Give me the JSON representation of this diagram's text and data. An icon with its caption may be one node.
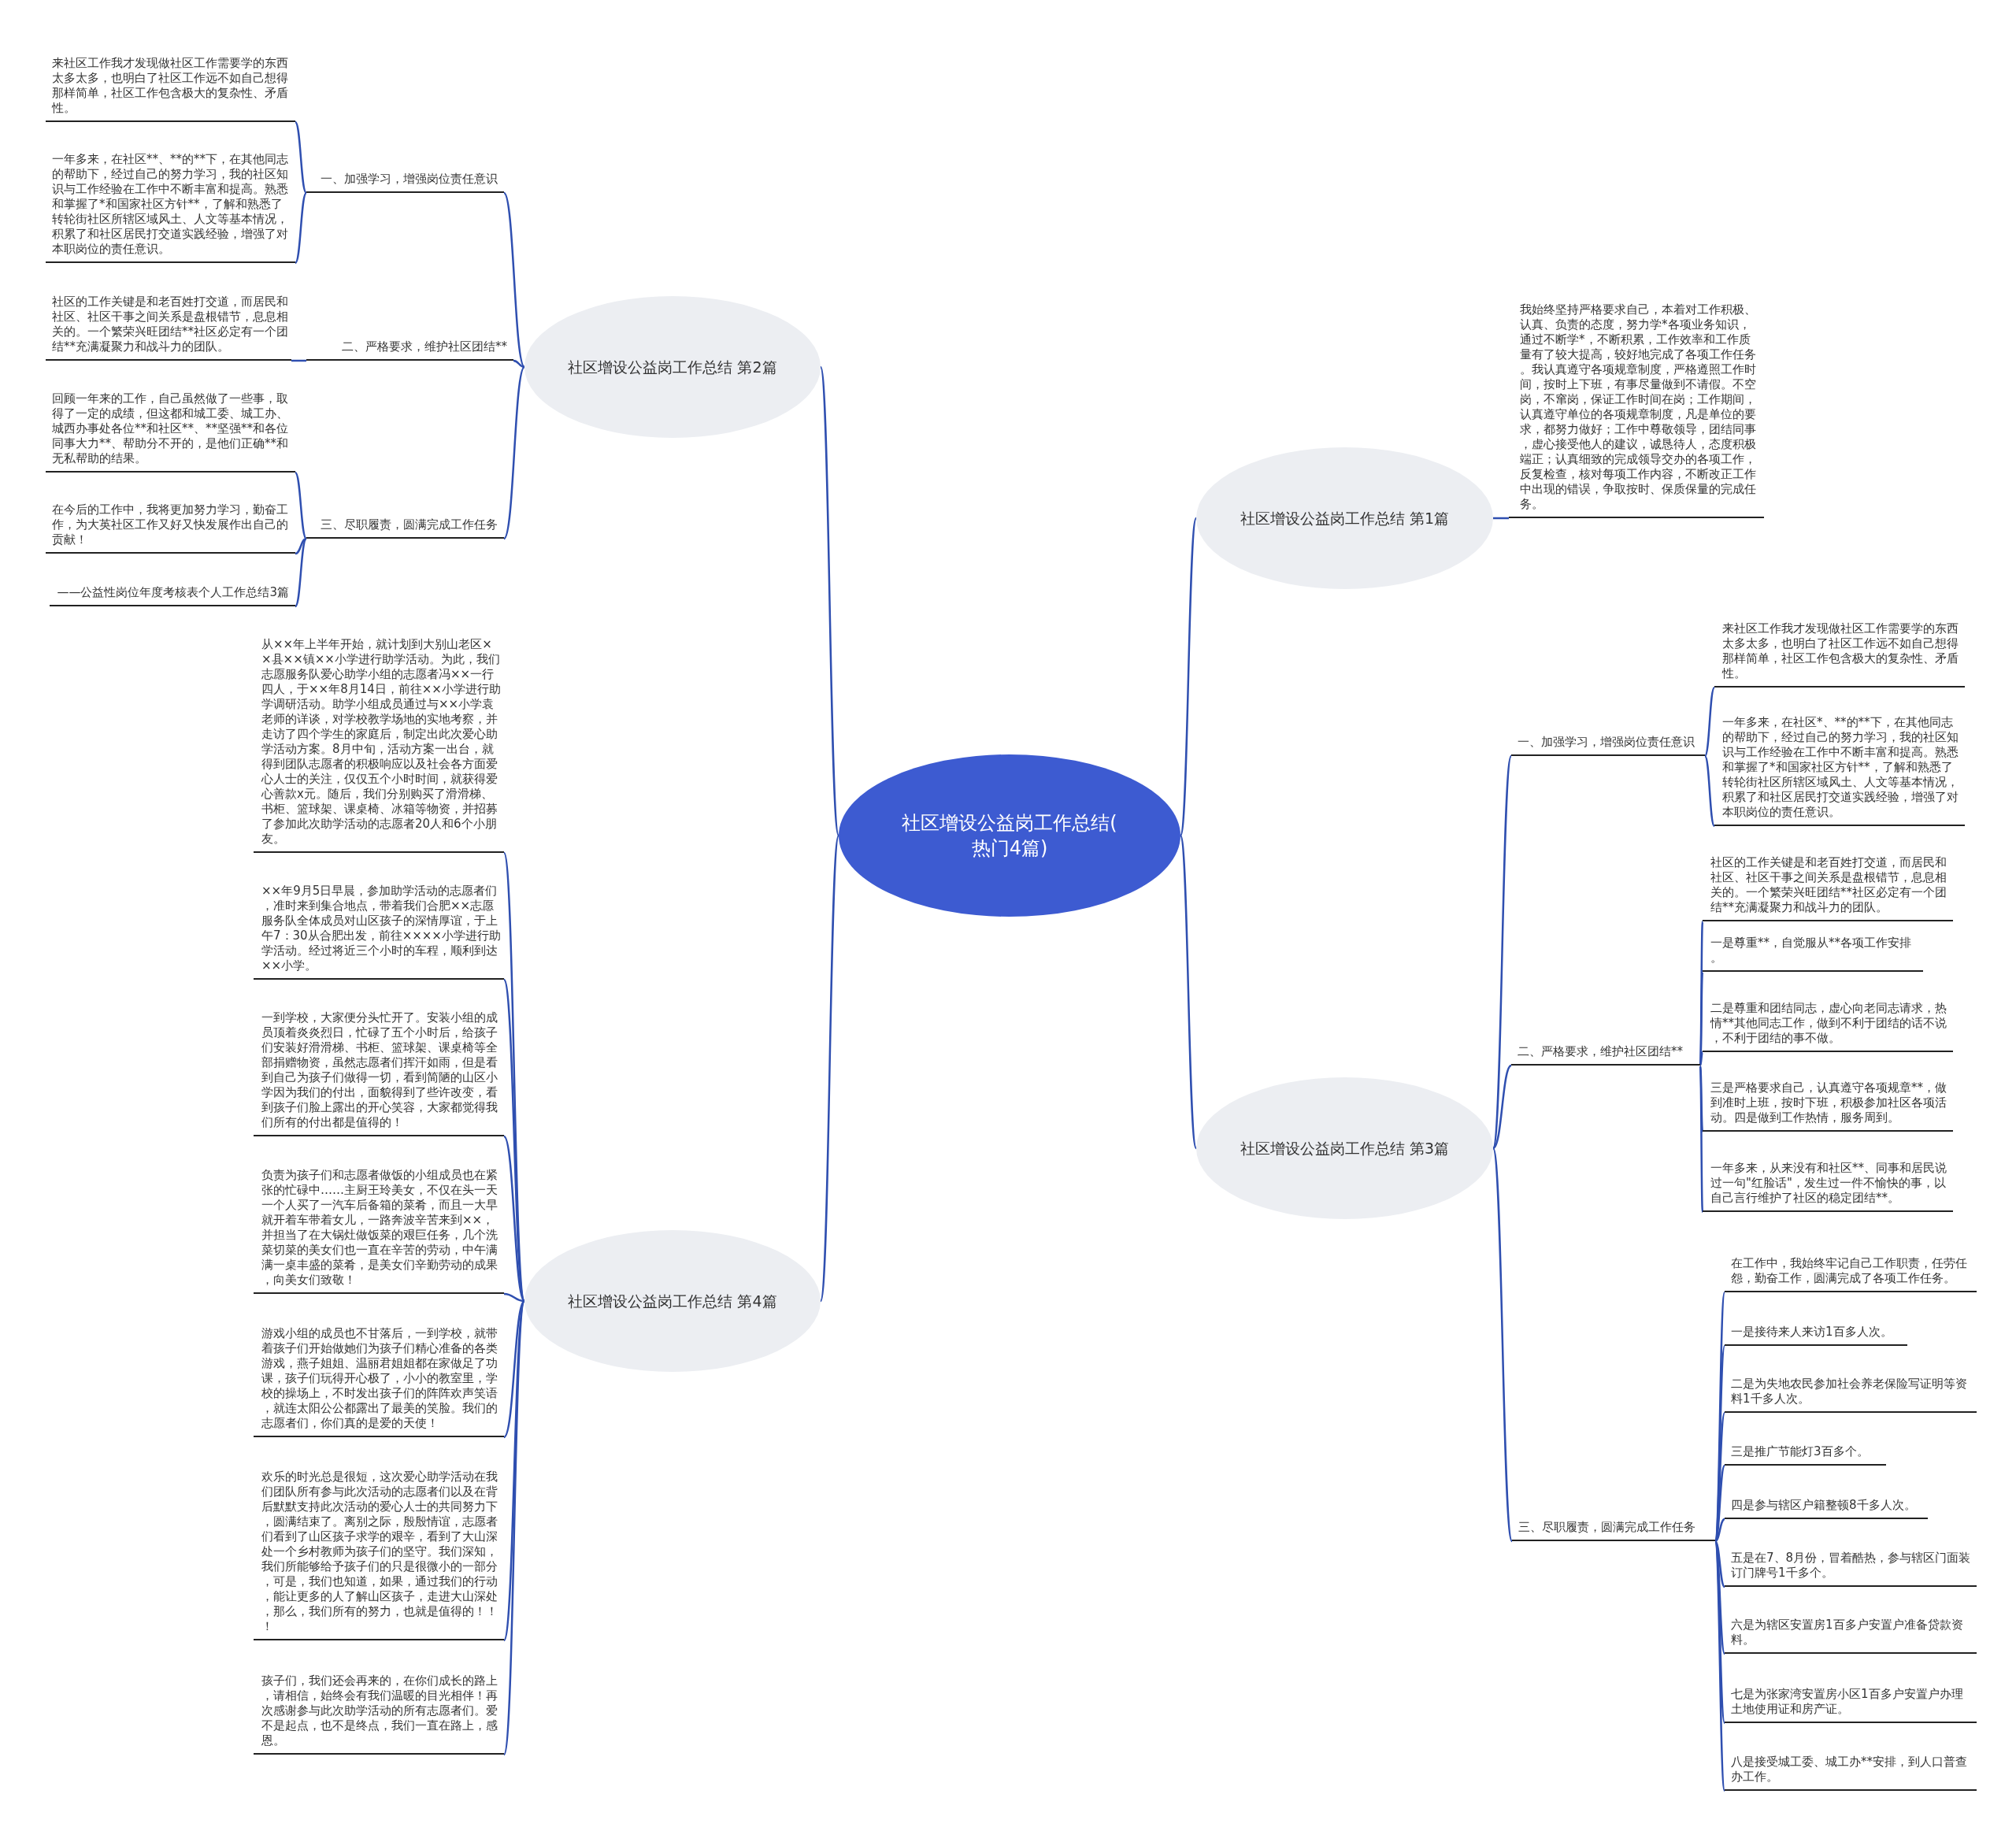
{
  "diagram": {
    "nodes": [
      {
        "text": [
          "社区增设公益岗工作总结(热门4篇)"
        ]
      },
      {
        "text": [
          "社区增设公益岗工作总结 第1篇"
        ]
      },
      {
        "text": [
          "我始终坚持严格要求自己，本着对工作积极、认真、负责的态度，努力学*各项业务知识，通过不断学*，不断积累，工作效率和工作质量有了较大提高，较好地完成了各项工作任务。我认真遵守各项规章制度，严格遵照工作时间，按时上下班，有事尽量做到不请假。不空岗，不窜岗，保证工作时间在岗；工作期间，认真遵守单位的各项规章制度，凡是单位的要求，都努力做好；工作中尊敬领导，团结同事，虚心接受他人的建议，诚恳待人，态度积极端正；认真细致的完成领导交办的各项工作，反复检查，核对每项工作内容，不断改正工作中出现的错误，争取按时、保质保量的完成任务。"
        ]
      },
      {
        "text": [
          "社区增设公益岗工作总结 第2篇"
        ]
      },
      {
        "text": [
          "一、加强学习，增强岗位责任意识"
        ]
      },
      {
        "text": [
          "来社区工作我才发现做社区工作需要学的东西太多太多，也明白了社区工作远不如自己想得那样简单，社区工作包含极大的复杂性、矛盾性。"
        ]
      },
      {
        "text": [
          "一年多来，在社区**、**的**下，在其他同志的帮助下，经过自己的努力学习，我的社区知识与工作经验在工作中不断丰富和提高。熟悉和掌握了*和国家社区方针**，了解和熟悉了转轮街社区所辖区域风土、人文等基本情况，积累了和社区居民打交道实践经验，增强了对本职岗位的责任意识。"
        ]
      },
      {
        "text": [
          "二、严格要求，维护社区团结**"
        ]
      },
      {
        "text": [
          "社区的工作关键是和老百姓打交道，而居民和社区、社区干事之间关系是盘根错节，息息相关的。一个繁荣兴旺团结**社区必定有一个团结**充满凝聚力和战斗力的团队。"
        ]
      },
      {
        "text": [
          "三、尽职履责，圆满完成工作任务"
        ]
      },
      {
        "text": [
          "回顾一年来的工作，自己虽然做了一些事，取得了一定的成绩，但这都和城工委、城工办、城西办事处各位**和社区**、**坚强**和各位同事大力**、帮助分不开的，是他们正确**和无私帮助的结果。"
        ]
      },
      {
        "text": [
          "在今后的工作中，我将更加努力学习，勤奋工作，为大英社区工作又好又快发展作出自己的贡献！"
        ]
      },
      {
        "text": [
          "——公益性岗位年度考核表个人工作总结3篇"
        ]
      },
      {
        "text": [
          "社区增设公益岗工作总结 第3篇"
        ]
      },
      {
        "text": [
          "一、加强学习，增强岗位责任意识"
        ]
      },
      {
        "text": [
          "来社区工作我才发现做社区工作需要学的东西太多太多，也明白了社区工作远不如自己想得那样简单，社区工作包含极大的复杂性、矛盾性。"
        ]
      },
      {
        "text": [
          "一年多来，在社区*、**的**下，在其他同志的帮助下，经过自己的努力学习，我的社区知识与工作经验在工作中不断丰富和提高。熟悉和掌握了*和国家社区方针**，了解和熟悉了转轮街社区所辖区域风土、人文等基本情况，积累了和社区居民打交道实践经验，增强了对本职岗位的责任意识。"
        ]
      },
      {
        "text": [
          "二、严格要求，维护社区团结**"
        ]
      },
      {
        "text": [
          "社区的工作关键是和老百姓打交道，而居民和社区、社区干事之间关系是盘根错节，息息相关的。一个繁荣兴旺团结**社区必定有一个团结**充满凝聚力和战斗力的团队。"
        ]
      },
      {
        "text": [
          "一是尊重**，自觉服从**各项工作安排。"
        ]
      },
      {
        "text": [
          "二是尊重和团结同志，虚心向老同志请求，热情**其他同志工作，做到不利于团结的话不说，不利于团结的事不做。"
        ]
      },
      {
        "text": [
          "三是严格要求自己，认真遵守各项规章**，做到准时上班，按时下班，积极参加社区各项活动。四是做到工作热情，服务周到。"
        ]
      },
      {
        "text": [
          "一年多来，从来没有和社区**、同事和居民说过一句\"红脸话\"，发生过一件不愉快的事，以自己言行维护了社区的稳定团结**。"
        ]
      },
      {
        "text": [
          "三、尽职履责，圆满完成工作任务"
        ]
      },
      {
        "text": [
          "在工作中，我始终牢记自己工作职责，任劳任怨，勤奋工作，圆满完成了各项工作任务。"
        ]
      },
      {
        "text": [
          "一是接待来人来访1百多人次。"
        ]
      },
      {
        "text": [
          "二是为失地农民参加社会养老保险写证明等资料1千多人次。"
        ]
      },
      {
        "text": [
          "三是推广节能灯3百多个。"
        ]
      },
      {
        "text": [
          "四是参与辖区户籍整顿8千多人次。"
        ]
      },
      {
        "text": [
          "五是在7、8月份，冒着酷热，参与辖区门面装订门牌号1千多个。"
        ]
      },
      {
        "text": [
          "六是为辖区安置房1百多户安置户准备贷款资料。"
        ]
      },
      {
        "text": [
          "七是为张家湾安置房小区1百多户安置户办理土地使用证和房产证。"
        ]
      },
      {
        "text": [
          "八是接受城工委、城工办**安排，到人口普查办工作。"
        ]
      },
      {
        "text": [
          "社区增设公益岗工作总结 第4篇"
        ]
      },
      {
        "text": [
          "从××年上半年开始，就计划到大别山老区××县××镇××小学进行助学活动。为此，我们志愿服务队爱心助学小组的志愿者冯××一行四人，于××年8月14日，前往××小学进行助学调研活动。助学小组成员通过与××小学袁老师的详谈，对学校教学场地的实地考察，并走访了四个学生的家庭后，制定出此次爱心助学活动方案。8月中旬，活动方案一出台，就得到团队志愿者的积极响应以及社会各方面爱心人士的关注，仅仅五个小时时间，就获得爱心善款x元。随后，我们分别购买了滑滑梯、书柜、篮球架、课桌椅、冰箱等物资，并招募了参加此次助学活动的志愿者20人和6个小朋友。"
        ]
      },
      {
        "text": [
          "××年9月5日早晨，参加助学活动的志愿者们，准时来到集合地点，带着我们合肥××志愿服务队全体成员对山区孩子的深情厚谊，于上午7：30从合肥出发，前往××××小学进行助学活动。经过将近三个小时的车程，顺利到达××小学。"
        ]
      },
      {
        "text": [
          "一到学校，大家便分头忙开了。安装小组的成员顶着炎炎烈日，忙碌了五个小时后，给孩子们安装好滑滑梯、书柜、篮球架、课桌椅等全部捐赠物资，虽然志愿者们挥汗如雨，但是看到自己为孩子们做得一切，看到简陋的山区小学因为我们的付出，面貌得到了些许改变，看到孩子们脸上露出的开心笑容，大家都觉得我们所有的付出都是值得的！"
        ]
      },
      {
        "text": [
          "负责为孩子们和志愿者做饭的小组成员也在紧张的忙碌中……主厨王玲美女，不仅在头一天一个人买了一汽车后备箱的菜肴，而且一大早就开着车带着女儿，一路奔波辛苦来到××，并担当了在大锅灶做饭菜的艰巨任务，几个洗菜切菜的美女们也一直在辛苦的劳动，中午满满一桌丰盛的菜肴，是美女们辛勤劳动的成果，向美女们致敬！"
        ]
      },
      {
        "text": [
          "游戏小组的成员也不甘落后，一到学校，就带着孩子们开始做她们为孩子们精心准备的各类游戏，燕子姐姐、温丽君姐姐都在家做足了功课，孩子们玩得开心极了，小小的教室里，学校的操场上，不时发出孩子们的阵阵欢声笑语，就连太阳公公都露出了最美的笑脸。我们的志愿者们，你们真的是爱的天使！"
        ]
      },
      {
        "text": [
          "欢乐的时光总是很短，这次爱心助学活动在我们团队所有参与此次活动的志愿者们以及在背后默默支持此次活动的爱心人士的共同努力下，圆满结束了。离别之际，殷殷情谊，志愿者们看到了山区孩子求学的艰辛，看到了大山深处一个乡村教师为孩子们的坚守。我们深知，我们所能够给予孩子们的只是很微小的一部分，可是，我们也知道，如果，通过我们的行动，能让更多的人了解山区孩子，走进大山深处，那么，我们所有的努力，也就是值得的！！！"
        ]
      },
      {
        "text": [
          "孩子们，我们还会再来的，在你们成长的路上，请相信，始终会有我们温暖的目光相伴！再次感谢参与此次助学活动的所有志愿者们。爱不是起点，也不是终点，我们一直在路上，感恩。"
        ]
      }
    ],
    "edges": [
      {
        "from": 0,
        "to": 1,
        "arrow": "none"
      },
      {
        "from": 1,
        "to": 2,
        "arrow": "none"
      },
      {
        "from": 0,
        "to": 3,
        "arrow": "none"
      },
      {
        "from": 3,
        "to": 4,
        "arrow": "none"
      },
      {
        "from": 4,
        "to": 5,
        "arrow": "none"
      },
      {
        "from": 4,
        "to": 6,
        "arrow": "none"
      },
      {
        "from": 3,
        "to": 7,
        "arrow": "none"
      },
      {
        "from": 7,
        "to": 8,
        "arrow": "none"
      },
      {
        "from": 3,
        "to": 9,
        "arrow": "none"
      },
      {
        "from": 9,
        "to": 10,
        "arrow": "none"
      },
      {
        "from": 9,
        "to": 11,
        "arrow": "none"
      },
      {
        "from": 9,
        "to": 12,
        "arrow": "none"
      },
      {
        "from": 0,
        "to": 13,
        "arrow": "none"
      },
      {
        "from": 13,
        "to": 14,
        "arrow": "none"
      },
      {
        "from": 14,
        "to": 15,
        "arrow": "none"
      },
      {
        "from": 14,
        "to": 16,
        "arrow": "none"
      },
      {
        "from": 13,
        "to": 17,
        "arrow": "none"
      },
      {
        "from": 17,
        "to": 18,
        "arrow": "none"
      },
      {
        "from": 17,
        "to": 19,
        "arrow": "none"
      },
      {
        "from": 17,
        "to": 20,
        "arrow": "none"
      },
      {
        "from": 17,
        "to": 21,
        "arrow": "none"
      },
      {
        "from": 17,
        "to": 22,
        "arrow": "none"
      },
      {
        "from": 13,
        "to": 23,
        "arrow": "none"
      },
      {
        "from": 23,
        "to": 24,
        "arrow": "none"
      },
      {
        "from": 23,
        "to": 25,
        "arrow": "none"
      },
      {
        "from": 23,
        "to": 26,
        "arrow": "none"
      },
      {
        "from": 23,
        "to": 27,
        "arrow": "none"
      },
      {
        "from": 23,
        "to": 28,
        "arrow": "none"
      },
      {
        "from": 23,
        "to": 29,
        "arrow": "none"
      },
      {
        "from": 23,
        "to": 30,
        "arrow": "none"
      },
      {
        "from": 23,
        "to": 31,
        "arrow": "none"
      },
      {
        "from": 23,
        "to": 32,
        "arrow": "none"
      },
      {
        "from": 0,
        "to": 33,
        "arrow": "none"
      },
      {
        "from": 33,
        "to": 34,
        "arrow": "none"
      },
      {
        "from": 33,
        "to": 35,
        "arrow": "none"
      },
      {
        "from": 33,
        "to": 36,
        "arrow": "none"
      },
      {
        "from": 33,
        "to": 37,
        "arrow": "none"
      },
      {
        "from": 33,
        "to": 38,
        "arrow": "none"
      },
      {
        "from": 33,
        "to": 39,
        "arrow": "none"
      },
      {
        "from": 33,
        "to": 40,
        "arrow": "none"
      }
    ]
  }
}
